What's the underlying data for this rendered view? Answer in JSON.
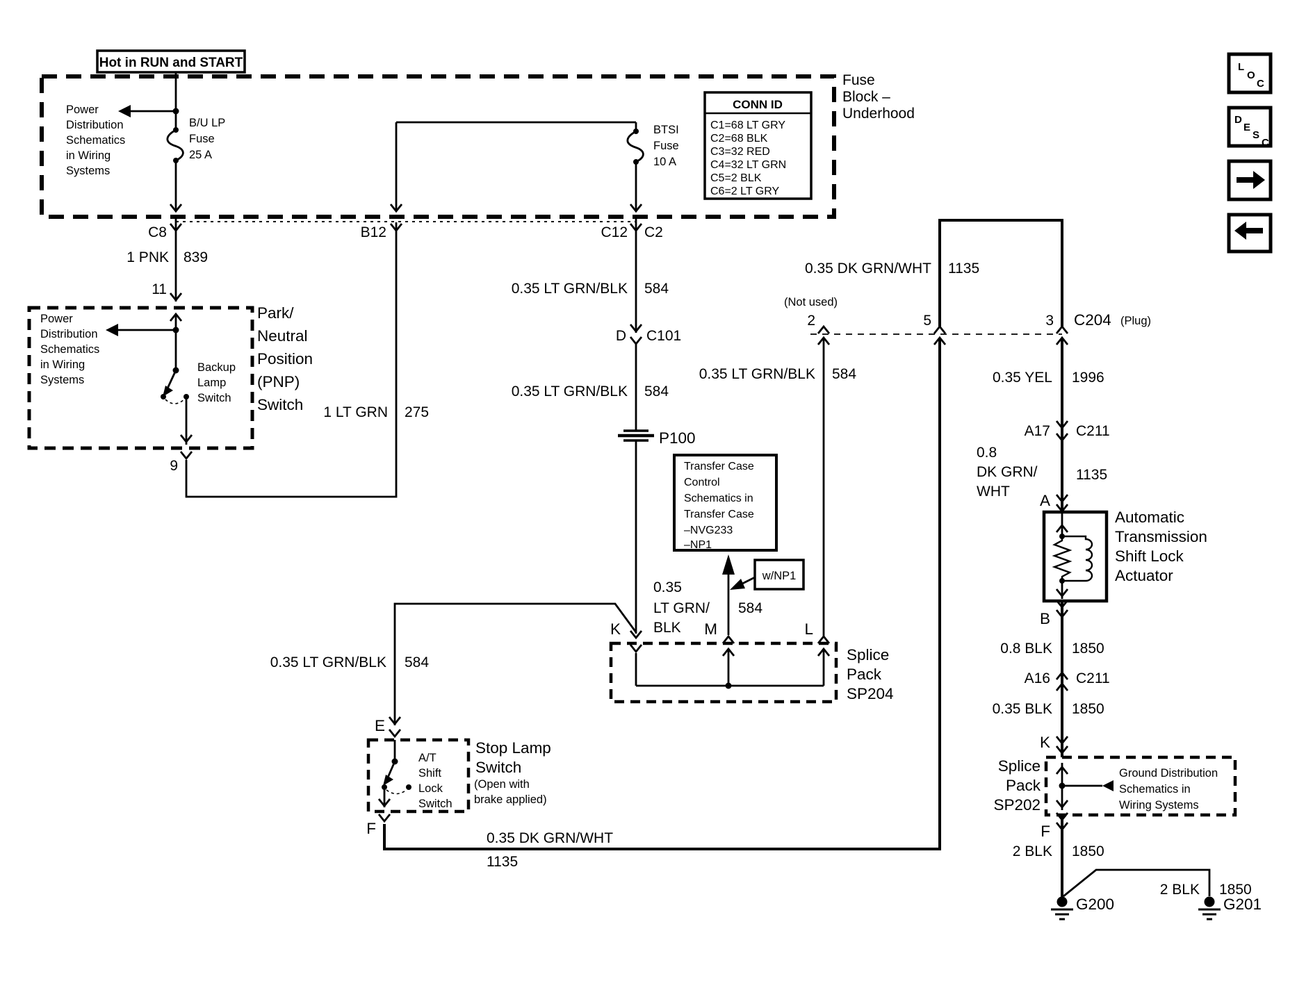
{
  "banner": "Hot in RUN and START",
  "nav": {
    "loc": [
      "L",
      "O",
      "C"
    ],
    "desc": [
      "D",
      "E",
      "S",
      "C"
    ]
  },
  "fuse_block": {
    "title": [
      "Fuse",
      "Block –",
      "Underhood"
    ],
    "power_ref": [
      "Power",
      "Distribution",
      "Schematics",
      "in Wiring",
      "Systems"
    ],
    "bu_fuse": [
      "B/U LP",
      "Fuse",
      "25 A"
    ],
    "btsi_fuse": [
      "BTSI",
      "Fuse",
      "10 A"
    ],
    "conn_id": {
      "header": "CONN ID",
      "rows": [
        "C1=68 LT GRY",
        "C2=68 BLK",
        "C3=32 RED",
        "C4=32 LT GRN",
        "C5=2 BLK",
        "C6=2 LT GRY"
      ]
    },
    "pins": {
      "c8": "C8",
      "b12": "B12",
      "c12": "C12",
      "c2": "C2"
    }
  },
  "pnp": {
    "label": [
      "Park/",
      "Neutral",
      "Position",
      "(PNP)",
      "Switch"
    ],
    "backup": [
      "Backup",
      "Lamp",
      "Switch"
    ],
    "pin_in": "11",
    "pin_out": "9"
  },
  "stop_lamp": {
    "title": [
      "Stop Lamp",
      "Switch"
    ],
    "note": [
      "(Open with",
      "brake applied)"
    ],
    "internal": [
      "A/T",
      "Shift",
      "Lock",
      "Switch"
    ],
    "pin_in": "E",
    "pin_out": "F"
  },
  "transfer_case": {
    "ref": [
      "Transfer Case",
      "Control",
      "Schematics in",
      "Transfer Case",
      "–NVG233",
      "–NP1"
    ],
    "tag": "w/NP1"
  },
  "sp204": {
    "label": [
      "Splice",
      "Pack",
      "SP204"
    ],
    "pins": {
      "k": "K",
      "m": "M",
      "l": "L"
    }
  },
  "sp202": {
    "label": [
      "Splice",
      "Pack",
      "SP202"
    ],
    "ref": [
      "Ground Distribution",
      "Schematics in",
      "Wiring Systems"
    ],
    "pin_in": "K",
    "pin_out": "F"
  },
  "actuator": {
    "label": [
      "Automatic",
      "Transmission",
      "Shift Lock",
      "Actuator"
    ],
    "pin_a": "A",
    "pin_b": "B"
  },
  "connectors": {
    "c101": {
      "pin": "D",
      "name": "C101"
    },
    "c211a": {
      "pin": "A17",
      "name": "C211"
    },
    "c211b": {
      "pin": "A16",
      "name": "C211"
    },
    "c204": {
      "name": "C204",
      "type": "(Plug)",
      "pin2": "2",
      "pin3": "3",
      "pin5": "5",
      "not_used": "(Not used)"
    }
  },
  "wires": {
    "pnk": {
      "size": "1 PNK",
      "num": "839"
    },
    "ltgrn": {
      "size": "1 LT GRN",
      "num": "275"
    },
    "grnblk": {
      "size": "0.35 LT GRN/BLK",
      "num": "584"
    },
    "grnblk_stack": {
      "l1": "0.35",
      "l2": "LT GRN/",
      "l3": "BLK",
      "num": "584"
    },
    "dkgrnwht": {
      "size": "0.35 DK GRN/WHT",
      "num": "1135"
    },
    "dkgrnwht_stack": {
      "l1": "0.8",
      "l2": "DK GRN/",
      "l3": "WHT",
      "num": "1135"
    },
    "yel": {
      "size": "0.35 YEL",
      "num": "1996"
    },
    "blk08": {
      "size": "0.8 BLK",
      "num": "1850"
    },
    "blk035": {
      "size": "0.35 BLK",
      "num": "1850"
    },
    "blk2": {
      "size": "2 BLK",
      "num": "1850"
    }
  },
  "grounds": {
    "g200": "G200",
    "g201": "G201"
  },
  "p100": "P100"
}
